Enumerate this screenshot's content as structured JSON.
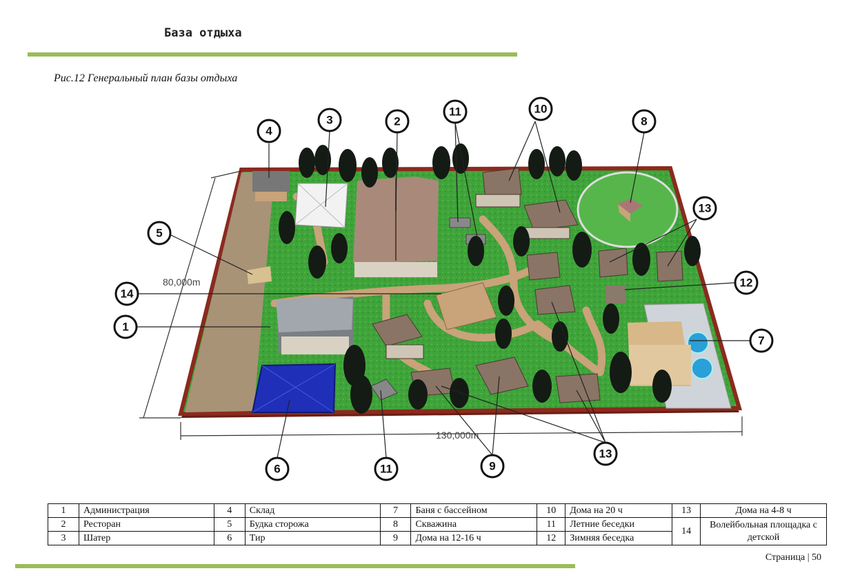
{
  "header": {
    "title": "База отдыха"
  },
  "caption": "Рис.12 Генеральный план базы отдыха",
  "plan": {
    "dim_width": "130,000m",
    "dim_depth": "80,000m",
    "callouts": [
      "1",
      "2",
      "3",
      "4",
      "5",
      "6",
      "7",
      "8",
      "9",
      "10",
      "11",
      "11",
      "12",
      "13",
      "13",
      "14"
    ]
  },
  "legend": {
    "rows": [
      [
        {
          "n": "1",
          "label": "Администрация"
        },
        {
          "n": "4",
          "label": "Склад"
        },
        {
          "n": "7",
          "label": "Баня с бассейном"
        },
        {
          "n": "10",
          "label": "Дома на 20 ч"
        },
        {
          "n": "13",
          "label": "Дома на 4-8 ч"
        }
      ],
      [
        {
          "n": "2",
          "label": "Ресторан"
        },
        {
          "n": "5",
          "label": "Будка сторожа"
        },
        {
          "n": "8",
          "label": "Скважина"
        },
        {
          "n": "11",
          "label": "Летние беседки"
        },
        {
          "n": "14",
          "label": "Волейбольная площадка с детской"
        }
      ],
      [
        {
          "n": "3",
          "label": "Шатер"
        },
        {
          "n": "6",
          "label": "Тир"
        },
        {
          "n": "9",
          "label": "Дома на 12-16 ч"
        },
        {
          "n": "12",
          "label": "Зимняя беседка"
        }
      ]
    ]
  },
  "footer": {
    "page_label": "Страница | 50"
  },
  "colors": {
    "accent_rule": "#9bbb59",
    "grass": "#3fa43a",
    "border_wall": "#8b2a1e",
    "path": "#c9a37a",
    "shooting_range": "#1f2fb8"
  }
}
